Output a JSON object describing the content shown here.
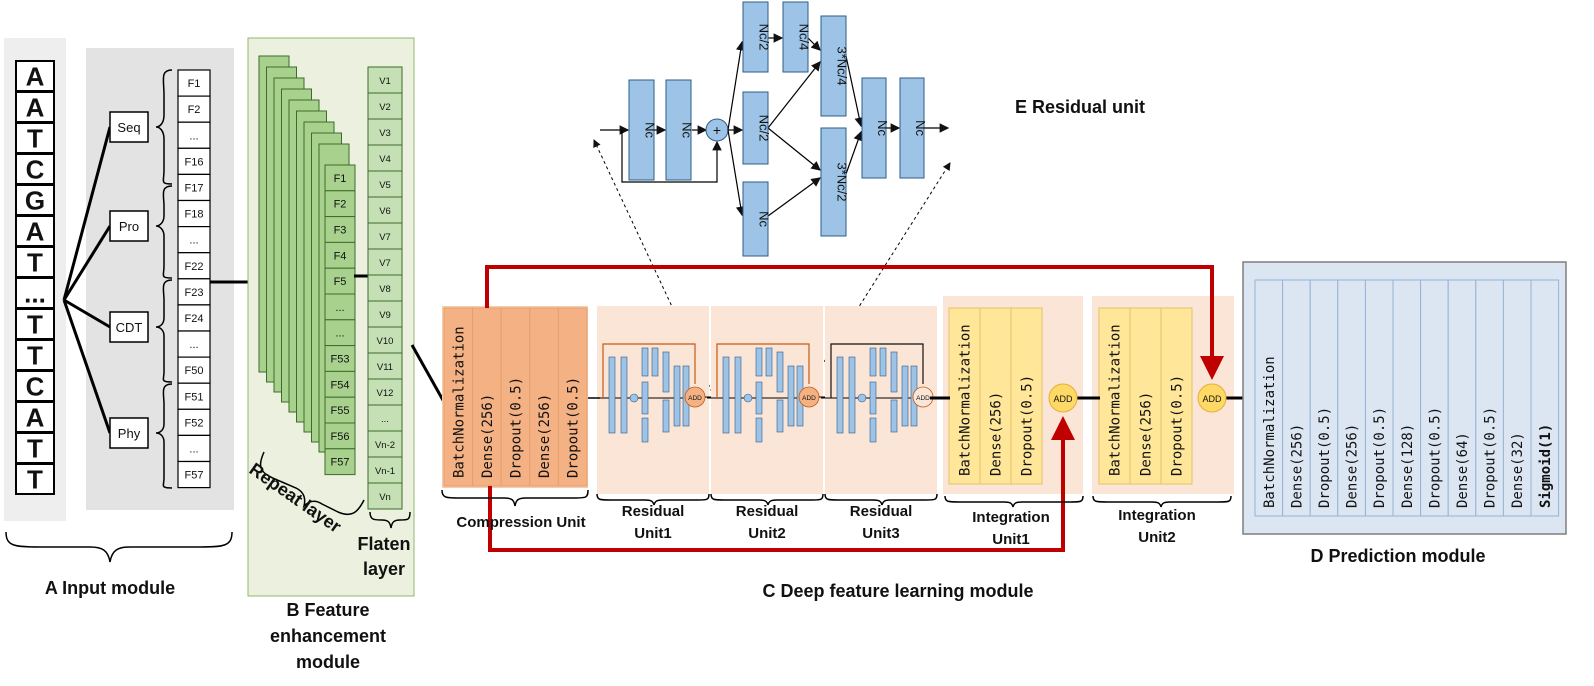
{
  "input_module": {
    "sequence": [
      "A",
      "A",
      "T",
      "C",
      "G",
      "A",
      "T",
      "...",
      "T",
      "T",
      "C",
      "A",
      "T",
      "T"
    ],
    "branches": [
      "Seq",
      "Pro",
      "CDT",
      "Phy"
    ],
    "features": [
      "F1",
      "F2",
      "...",
      "F16",
      "F17",
      "F18",
      "...",
      "F22",
      "F23",
      "F24",
      "...",
      "F50",
      "F51",
      "F52",
      "...",
      "F57"
    ],
    "caption": "A  Input module"
  },
  "feature_enhancement": {
    "stack_features": [
      "F1",
      "F2",
      "F3",
      "F4",
      "F5",
      "...",
      "...",
      "F53",
      "F54",
      "F55",
      "F56",
      "F57"
    ],
    "flatten_values": [
      "V1",
      "V2",
      "V3",
      "V4",
      "V5",
      "V6",
      "V7",
      "V7",
      "V8",
      "V9",
      "V10",
      "V11",
      "V12",
      "...",
      "Vn-2",
      "Vn-1",
      "Vn"
    ],
    "repeat_label": "Repeat layer",
    "flaten_label_1": "Flaten",
    "flaten_label_2": "layer",
    "caption_1": "B  Feature",
    "caption_2": "enhancement",
    "caption_3": "module"
  },
  "residual_unit": {
    "title": "E  Residual unit",
    "nc": "Nc",
    "nc_half": "Nc/2",
    "nc_quarter": "Nc/4",
    "nc_3q": "3*Nc/4",
    "nc_3h": "3*Nc/2",
    "plus": "+"
  },
  "deep_module": {
    "compression": [
      "BatchNormalization",
      "Dense(256)",
      "Dropout(0.5)",
      "Dense(256)",
      "Dropout(0.5)"
    ],
    "integration": [
      "BatchNormalization",
      "Dense(256)",
      "Dropout(0.5)"
    ],
    "add_label": "ADD",
    "compression_label": "Compression Unit",
    "residual1": [
      "Residual",
      "Unit1"
    ],
    "residual2": [
      "Residual",
      "Unit2"
    ],
    "residual3": [
      "Residual",
      "Unit3"
    ],
    "integration1": [
      "Integration",
      "Unit1"
    ],
    "integration2": [
      "Integration",
      "Unit2"
    ],
    "caption": "C  Deep feature learning module"
  },
  "prediction_module": {
    "layers": [
      "BatchNormalization",
      "Dense(256)",
      "Dropout(0.5)",
      "Dense(256)",
      "Dropout(0.5)",
      "Dense(128)",
      "Dropout(0.5)",
      "Dense(64)",
      "Dropout(0.5)",
      "Dense(32)",
      "Sigmoid(1)"
    ],
    "caption": "D  Prediction module"
  },
  "colors": {
    "green": "#a9d18e",
    "blue": "#9dc3e6",
    "orange": "#f4b183",
    "peach": "#fbe5d6",
    "yellow": "#ffe699",
    "red_arrow": "#c00000"
  }
}
